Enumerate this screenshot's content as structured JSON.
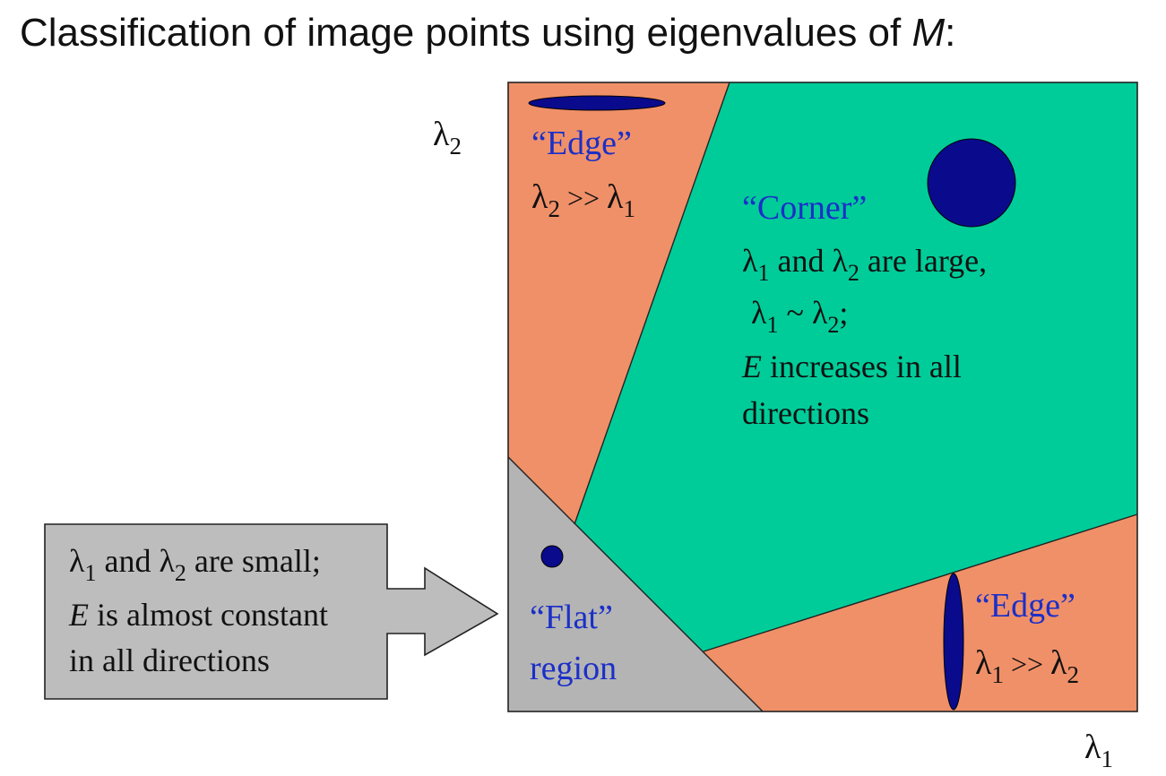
{
  "title": {
    "prefix": "Classification of image points using eigenvalues of ",
    "symbol": "M",
    "suffix": ":"
  },
  "axes": {
    "y_symbol": "λ",
    "y_subscript": "2",
    "x_symbol": "λ",
    "x_subscript": "1"
  },
  "regions": {
    "edge_top": {
      "label": "“Edge”",
      "cond_a": "λ",
      "cond_a_sub": "2",
      "cond_op": " >> ",
      "cond_b": "λ",
      "cond_b_sub": "1"
    },
    "corner": {
      "label": "“Corner”",
      "line1_a": "λ",
      "line1_a_sub": "1",
      "line1_mid": " and ",
      "line1_b": "λ",
      "line1_b_sub": "2",
      "line1_end": " are large,",
      "line2_a": "λ",
      "line2_a_sub": "1",
      "line2_op": " ~ ",
      "line2_b": "λ",
      "line2_b_sub": "2",
      "line2_end": ";",
      "line3_var": "E",
      "line3_rest": " increases in all",
      "line4": "directions"
    },
    "flat": {
      "line1": "“Flat”",
      "line2": "region"
    },
    "edge_bottom": {
      "label": "“Edge”",
      "cond_a": "λ",
      "cond_a_sub": "1",
      "cond_op": " >> ",
      "cond_b": "λ",
      "cond_b_sub": "2"
    }
  },
  "callout": {
    "line1_a": "λ",
    "line1_a_sub": "1",
    "line1_mid": " and ",
    "line1_b": "λ",
    "line1_b_sub": "2",
    "line1_end": " are small;",
    "line2_var": "E",
    "line2_rest": " is almost constant",
    "line3": "in all directions"
  },
  "colors": {
    "edge_region": "#f09068",
    "corner_region": "#00cc99",
    "flat_region": "#b4b4b4",
    "callout_fill": "#bdbdbd",
    "ellipse_fill": "#0a0a8c",
    "label_blue": "#1c2fc8",
    "text_dark": "#111111"
  }
}
